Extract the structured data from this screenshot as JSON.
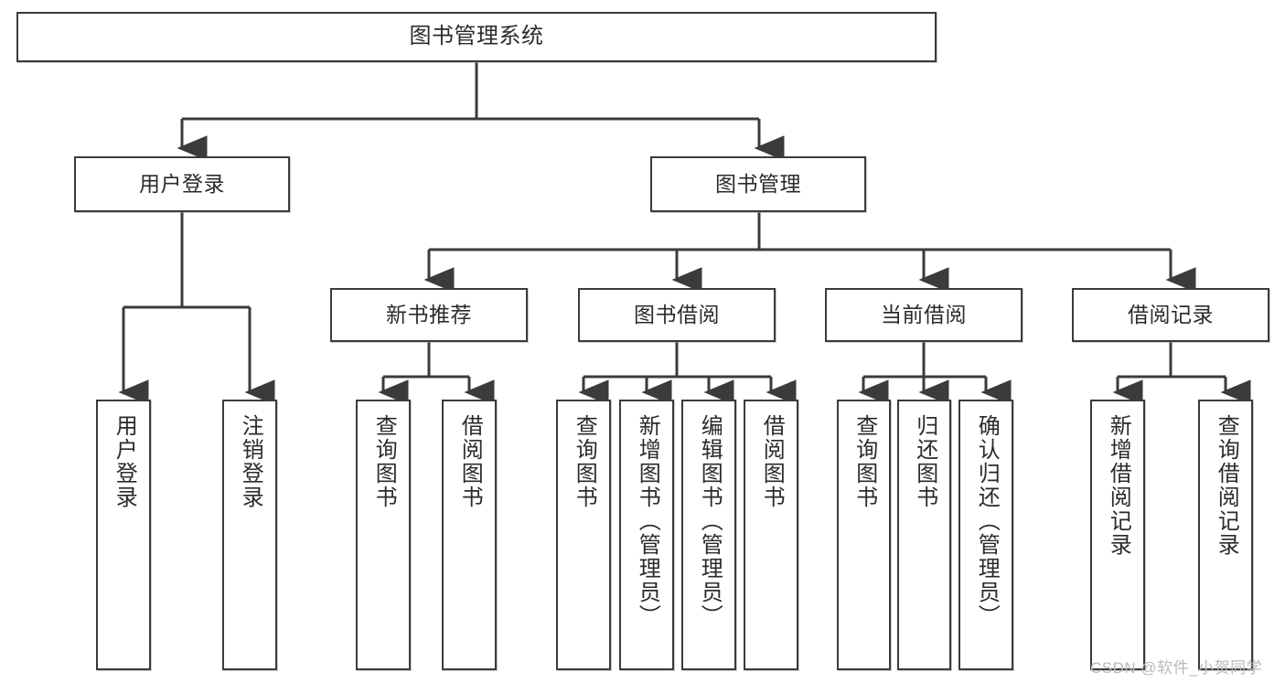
{
  "diagram": {
    "title": "图书管理系统",
    "type": "tree-hierarchy-diagram",
    "root": {
      "label": "图书管理系统"
    },
    "level2": [
      {
        "label": "用户登录"
      },
      {
        "label": "图书管理"
      }
    ],
    "level3": [
      {
        "label": "新书推荐"
      },
      {
        "label": "图书借阅"
      },
      {
        "label": "当前借阅"
      },
      {
        "label": "借阅记录"
      }
    ],
    "leaves": {
      "user_login": [
        {
          "label": "用户登录"
        },
        {
          "label": "注销登录"
        }
      ],
      "new_book_recommend": [
        {
          "label": "查询图书"
        },
        {
          "label": "借阅图书"
        }
      ],
      "book_borrow": [
        {
          "label": "查询图书"
        },
        {
          "label": "新增图书（管理员）"
        },
        {
          "label": "编辑图书（管理员）"
        },
        {
          "label": "借阅图书"
        }
      ],
      "current_borrow": [
        {
          "label": "查询图书"
        },
        {
          "label": "归还图书"
        },
        {
          "label": "确认归还（管理员）"
        }
      ],
      "borrow_record": [
        {
          "label": "新增借阅记录"
        },
        {
          "label": "查询借阅记录"
        }
      ]
    }
  },
  "watermark": {
    "text": "CSDN @软件_小贺同学"
  },
  "colors": {
    "border": "#3b3b3b",
    "wire": "#3b3b3b",
    "text": "#2b2b2b",
    "background": "#ffffff",
    "watermark": "#b9b9b9"
  }
}
